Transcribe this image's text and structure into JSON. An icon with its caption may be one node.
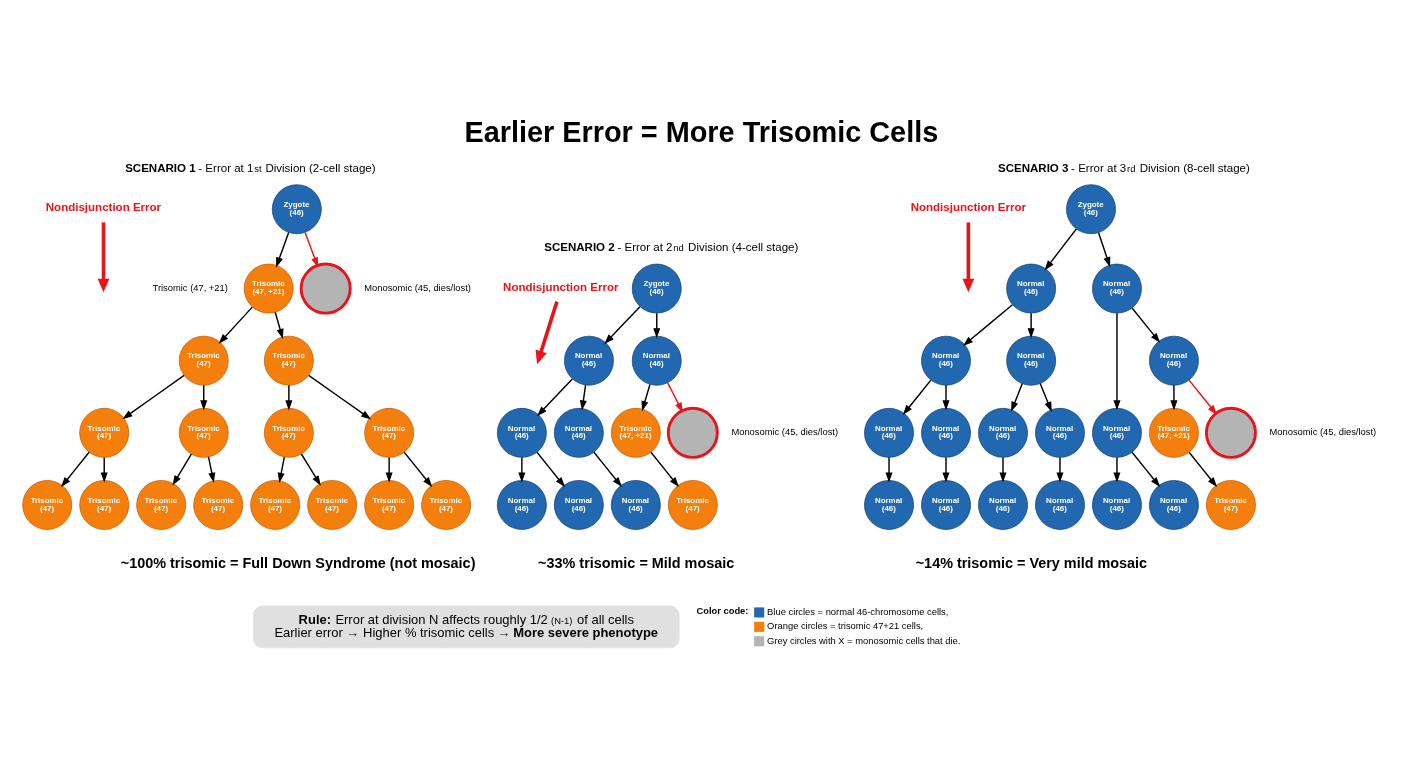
{
  "diagram": {
    "title": "Earlier Error = More Trisomic Cells",
    "nodes": [
      {
        "text": [
          "Zygote (46)"
        ]
      },
      {
        "text": [
          "Nondisjunction Error"
        ]
      },
      {
        "text": [
          "Trisomic (47, +21)"
        ],
        "beside": [
          "Trisomic (47, +21)"
        ]
      },
      {
        "text": [],
        "shape": "circle",
        "beside": [
          "Monosomic (45, dies/lost)"
        ]
      },
      {
        "text": [
          "Trisomic (47)"
        ]
      },
      {
        "text": [
          "Trisomic (47)"
        ]
      },
      {
        "text": [
          "Trisomic (47)"
        ]
      },
      {
        "text": [
          "Trisomic (47)"
        ]
      },
      {
        "text": [
          "Trisomic (47)"
        ]
      },
      {
        "text": [
          "Trisomic (47)"
        ]
      },
      {
        "text": [
          "Trisomic (47)"
        ]
      },
      {
        "text": [
          "Trisomic (47)"
        ]
      },
      {
        "text": [
          "Trisomic (47)"
        ]
      },
      {
        "text": [
          "Trisomic (47)"
        ]
      },
      {
        "text": [
          "Trisomic (47)"
        ]
      },
      {
        "text": [
          "Trisomic (47)"
        ]
      },
      {
        "text": [
          "Trisomic (47)"
        ]
      },
      {
        "text": [
          "Trisomic (47)"
        ]
      },
      {
        "text": [
          "Zygote (46)"
        ]
      },
      {
        "text": [
          "Normal (46)"
        ]
      },
      {
        "text": [
          "Normal (46)"
        ]
      },
      {
        "text": [
          "Nondisjunction Error"
        ]
      },
      {
        "text": [
          "Normal (46)"
        ]
      },
      {
        "text": [
          "Normal (46)"
        ]
      },
      {
        "text": [
          "Trisomic (47, +21)"
        ]
      },
      {
        "text": [],
        "shape": "circle",
        "beside": [
          "Monosomic (45, dies/lost)"
        ]
      },
      {
        "text": [
          "Normal (46)"
        ]
      },
      {
        "text": [
          "Normal (46)"
        ]
      },
      {
        "text": [
          "Normal (46)"
        ]
      },
      {
        "text": [
          "Trisomic (47)"
        ]
      },
      {
        "text": [
          "Zygote (46)"
        ]
      },
      {
        "text": [
          "Normal (46)"
        ]
      },
      {
        "text": [
          "Normal (46)"
        ]
      },
      {
        "text": [
          "Normal (46)"
        ]
      },
      {
        "text": [
          "Normal (46)"
        ]
      },
      {
        "text": [
          "Normal (46)"
        ]
      },
      {
        "text": [
          "Normal (46)"
        ]
      },
      {
        "text": [
          "Nondisjunction Error"
        ]
      },
      {
        "text": [
          "Normal (46)"
        ]
      },
      {
        "text": [
          "Normal (46)"
        ]
      },
      {
        "text": [
          "Normal (46)"
        ]
      },
      {
        "text": [
          "Normal (46)"
        ]
      },
      {
        "text": [
          "Trisomic (47, +21)"
        ]
      },
      {
        "text": [],
        "shape": "circle",
        "beside": [
          "Monosomic (45, dies/lost)"
        ]
      },
      {
        "text": [
          "Normal (46)"
        ]
      },
      {
        "text": [
          "Normal (46)"
        ]
      },
      {
        "text": [
          "Normal (46)"
        ]
      },
      {
        "text": [
          "Normal (46)"
        ]
      },
      {
        "text": [
          "Normal (46)"
        ]
      },
      {
        "text": [
          "Normal (46)"
        ]
      },
      {
        "text": [
          "Trisomic (47)"
        ]
      },
      {
        "text": [
          "**Rule:** Error at division N affects roughly 1/2 $^{(N-1)}$ of all cells",
          "Earlier error → Higher % trisomic cells → **More severe phenotype**"
        ]
      }
    ],
    "edges": [
      {
        "from": 0,
        "to": 2,
        "arrow": "to"
      },
      {
        "from": 0,
        "to": 3,
        "arrow": "to",
        "color": "#e8141b"
      },
      {
        "from": 1,
        "to": null,
        "arrow": "to",
        "style": "thick",
        "color": "#e8141b"
      },
      {
        "from": 2,
        "to": 4,
        "arrow": "to"
      },
      {
        "from": 2,
        "to": 5,
        "arrow": "to"
      },
      {
        "from": 4,
        "to": 6,
        "arrow": "to"
      },
      {
        "from": 4,
        "to": 7,
        "arrow": "to"
      },
      {
        "from": 5,
        "to": 8,
        "arrow": "to"
      },
      {
        "from": 5,
        "to": 9,
        "arrow": "to"
      },
      {
        "from": 6,
        "to": 10,
        "arrow": "to"
      },
      {
        "from": 6,
        "to": 11,
        "arrow": "to"
      },
      {
        "from": 7,
        "to": 12,
        "arrow": "to"
      },
      {
        "from": 7,
        "to": 13,
        "arrow": "to"
      },
      {
        "from": 8,
        "to": 14,
        "arrow": "to"
      },
      {
        "from": 8,
        "to": 15,
        "arrow": "to"
      },
      {
        "from": 9,
        "to": 16,
        "arrow": "to"
      },
      {
        "from": 9,
        "to": 17,
        "arrow": "to"
      },
      {
        "from": 18,
        "to": 19,
        "arrow": "to"
      },
      {
        "from": 18,
        "to": 20,
        "arrow": "to"
      },
      {
        "from": 19,
        "to": 22,
        "arrow": "to"
      },
      {
        "from": 19,
        "to": 23,
        "arrow": "to"
      },
      {
        "from": 20,
        "to": 24,
        "arrow": "to"
      },
      {
        "from": 20,
        "to": 25,
        "arrow": "to",
        "color": "#e8141b"
      },
      {
        "from": 21,
        "to": null,
        "arrow": "to",
        "style": "thick",
        "color": "#e8141b"
      },
      {
        "from": 22,
        "to": 26,
        "arrow": "to"
      },
      {
        "from": 22,
        "to": 27,
        "arrow": "to"
      },
      {
        "from": 23,
        "to": 28,
        "arrow": "to"
      },
      {
        "from": 24,
        "to": 29,
        "arrow": "to"
      },
      {
        "from": 30,
        "to": 31,
        "arrow": "to"
      },
      {
        "from": 30,
        "to": 32,
        "arrow": "to"
      },
      {
        "from": 31,
        "to": 33,
        "arrow": "to"
      },
      {
        "from": 31,
        "to": 34,
        "arrow": "to"
      },
      {
        "from": 32,
        "to": 35,
        "arrow": "to"
      },
      {
        "from": 32,
        "to": 36,
        "arrow": "to"
      },
      {
        "from": 33,
        "to": 38,
        "arrow": "to"
      },
      {
        "from": 33,
        "to": 39,
        "arrow": "to"
      },
      {
        "from": 34,
        "to": 40,
        "arrow": "to"
      },
      {
        "from": 34,
        "to": 41,
        "arrow": "to"
      },
      {
        "from": 36,
        "to": 42,
        "arrow": "to"
      },
      {
        "from": 36,
        "to": 43,
        "arrow": "to",
        "color": "#e8141b"
      },
      {
        "from": 37,
        "to": null,
        "arrow": "to",
        "style": "thick",
        "color": "#e8141b"
      },
      {
        "from": 38,
        "to": 44,
        "arrow": "to"
      },
      {
        "from": 39,
        "to": 45,
        "arrow": "to"
      },
      {
        "from": 40,
        "to": 46,
        "arrow": "to"
      },
      {
        "from": 41,
        "to": 47,
        "arrow": "to"
      },
      {
        "from": 35,
        "to": 48,
        "arrow": "to"
      },
      {
        "from": 35,
        "to": 49,
        "arrow": "to"
      },
      {
        "from": 42,
        "to": 50,
        "arrow": "to"
      }
    ],
    "labels": [
      "**SCENARIO 1** - Error at 1$^{st}$ Division (2-cell stage)",
      "**SCENARIO 2** - Error at 2$^{nd}$ Division (4-cell stage)",
      "**SCENARIO 3** - Error at 3$^{rd}$ Division (8-cell stage)",
      "~100% trisomic = Full Down Syndrome (not mosaic)",
      "~33% trisomic = Mild mosaic",
      "~14% trisomic = Very mild mosaic",
      "Color code:"
    ],
    "legend": [
      {
        "text": "Blue circles = normal 46-chromosome cells,",
        "color": "#2268b0"
      },
      {
        "text": "Orange circles = trisomic 47+21 cells,",
        "color": "#f57f0c"
      },
      {
        "text": "Grey circles with X = monosomic cells that die.",
        "color": "#b4b4b4"
      }
    ]
  }
}
